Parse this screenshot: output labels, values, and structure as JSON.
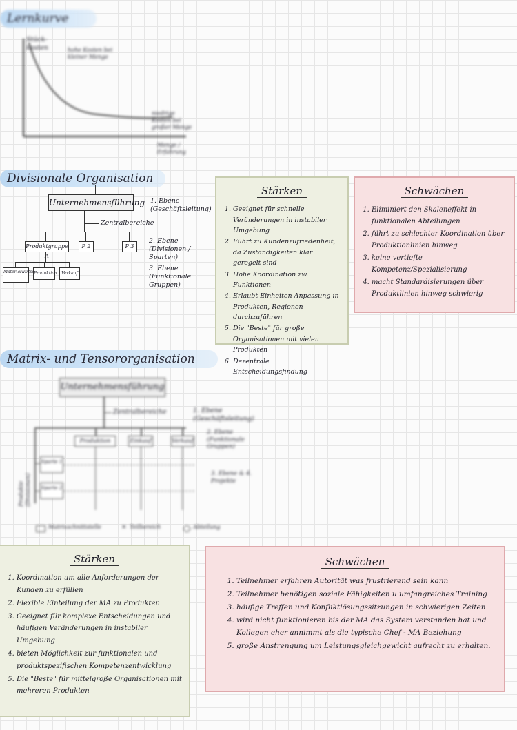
{
  "sections": {
    "section1_title": "Lernkurve",
    "section2_title": "Divisionale Organisation",
    "section3_title": "Matrix- und Tensororganisation"
  },
  "curve": {
    "y_label": "Stück-kosten",
    "upper_note": "hohe Kosten bei kleiner Menge",
    "lower_note": "niedrige Kosten bei großer Menge",
    "x_label": "Menge / Erfahrung"
  },
  "divisional_diagram": {
    "top": "Unternehmensführung",
    "level1": "1. Ebene (Geschäftsleitung)",
    "central": "Zentralbereiche",
    "divisions": [
      "Produktgruppe A",
      "P 2",
      "P 3"
    ],
    "level2": "2. Ebene (Divisionen / Sparten)",
    "functions": [
      "Materialwirtschaft",
      "Produktion",
      "Verkauf"
    ],
    "level3": "3. Ebene (Funktionale Gruppen)"
  },
  "divisional_strengths": {
    "title": "Stärken",
    "items": [
      "Geeignet für schnelle Veränderungen in instabiler Umgebung",
      "Führt zu Kundenzufriedenheit, da Zuständigkeiten klar geregelt sind",
      "Hohe Koordination zw. Funktionen",
      "Erlaubt Einheiten Anpassung in Produkten, Regionen durchzuführen",
      "Die \"Beste\" für große Organisationen mit vielen Produkten",
      "Dezentrale Entscheidungsfindung"
    ]
  },
  "divisional_weaknesses": {
    "title": "Schwächen",
    "items": [
      "Eliminiert den Skaleneffekt in funktionalen Abteilungen",
      "führt zu schlechter Koordination über Produktionlinien hinweg",
      "keine vertiefte Kompetenz/Spezialisierung",
      "macht Standardisierungen über Produktlinien hinweg schwierig"
    ]
  },
  "matrix_diagram": {
    "top": "Unternehmensführung",
    "central": "Zentralbereiche",
    "level1": "1. Ebene (Geschäftsleitung)",
    "functions": [
      "Produktion",
      "Einkauf",
      "Verkauf"
    ],
    "level2": "2. Ebene (Funktionale Gruppen)",
    "products": [
      "Sparte 1",
      "Sparte 2"
    ],
    "side_label": "Produkte (Divisionen)",
    "level3": "3. Ebene & 4. Projekte",
    "legend": [
      "Matrixschnittstelle",
      "Teilbereich",
      "Abteilung"
    ]
  },
  "matrix_strengths": {
    "title": "Stärken",
    "items": [
      "Koordination um alle Anforderungen der Kunden zu erfüllen",
      "Flexible Einteilung der MA zu Produkten",
      "Geeignet für komplexe Entscheidungen und häufigen Veränderungen in instabiler Umgebung",
      "bieten Möglichkeit zur funktionalen und produktspezifischen Kompetenzentwicklung",
      "Die \"Beste\" für mittelgroße Organisationen mit mehreren Produkten"
    ]
  },
  "matrix_weaknesses": {
    "title": "Schwächen",
    "items": [
      "Teilnehmer erfahren Autorität was frustrierend sein kann",
      "Teilnehmer benötigen soziale Fähigkeiten u umfangreiches Training",
      "häufige Treffen und Konfliktlösungssitzungen in schwierigen Zeiten",
      "wird nicht funktionieren bis der MA das System verstanden hat und Kollegen eher annimmt als die typische Chef - MA Beziehung",
      "große Anstrengung um Leistungsgleichgewicht aufrecht zu erhalten."
    ]
  }
}
